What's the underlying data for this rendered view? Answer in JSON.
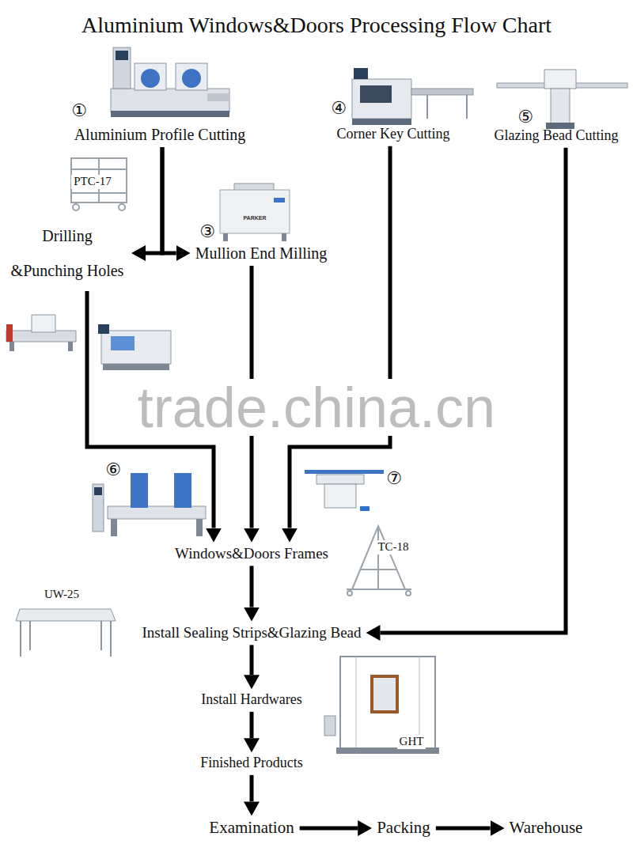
{
  "diagram": {
    "title": "Aluminium Windows&Doors Processing Flow Chart",
    "nodes": [
      {
        "text": [
          "Aluminium Profile Cutting"
        ]
      },
      {
        "text": [
          "Drilling &Punching Holes"
        ]
      },
      {
        "text": [
          "Mullion End Milling"
        ]
      },
      {
        "text": [
          "Corner Key Cutting"
        ]
      },
      {
        "text": [
          "Glazing Bead Cutting"
        ]
      },
      {
        "text": [
          "Windows&Doors Frames"
        ]
      },
      {
        "text": [
          "Install Sealing Strips&Glazing Bead"
        ]
      },
      {
        "text": [
          "Install Hardwares"
        ]
      },
      {
        "text": [
          "Finished Products"
        ]
      },
      {
        "text": [
          "Examination"
        ]
      },
      {
        "text": [
          "Packing"
        ]
      },
      {
        "text": [
          "Warehouse"
        ]
      }
    ],
    "edges": [
      {
        "from": 0,
        "to": 1,
        "arrow": "to"
      },
      {
        "from": 0,
        "to": 2,
        "arrow": "to"
      },
      {
        "from": 1,
        "to": 5,
        "arrow": "to"
      },
      {
        "from": 2,
        "to": 5,
        "arrow": "to"
      },
      {
        "from": 3,
        "to": 5,
        "arrow": "to"
      },
      {
        "from": 4,
        "to": 6,
        "arrow": "to"
      },
      {
        "from": 5,
        "to": 6,
        "arrow": "to"
      },
      {
        "from": 6,
        "to": 7,
        "arrow": "to"
      },
      {
        "from": 7,
        "to": 8,
        "arrow": "to"
      },
      {
        "from": 8,
        "to": 9,
        "arrow": "to"
      },
      {
        "from": 9,
        "to": 10,
        "arrow": "to"
      },
      {
        "from": 10,
        "to": 11,
        "arrow": "to"
      }
    ],
    "labels": [
      "①",
      "PTC-17",
      "③",
      "PARKER",
      "④",
      "⑤",
      "trade.china.cn",
      "⑥",
      "⑦",
      "TC-18",
      "UW-25",
      "GHT"
    ]
  }
}
